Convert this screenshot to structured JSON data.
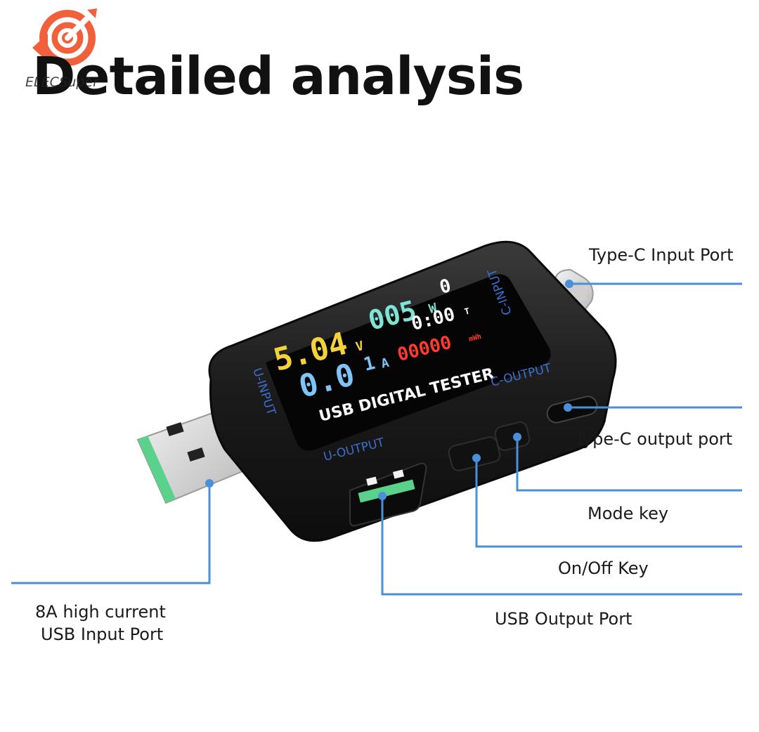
{
  "header": {
    "title": "Detailed analysis",
    "watermark": "ELECSuper"
  },
  "device": {
    "screen_lines": {
      "voltage": "5.04",
      "voltage_unit": "V",
      "power": "005",
      "power_unit": "W",
      "power_digit": "0",
      "current": "0.0",
      "current_digit": "1",
      "current_unit": "A",
      "time": "0:00",
      "time_unit": "T",
      "energy": "00000",
      "energy_unit": "mWh",
      "brand_line1": "USB DIGITAL TESTER"
    },
    "case_labels": {
      "u_input": "U-INPUT",
      "c_input": "C-INPUT",
      "c_output": "C-OUTPUT",
      "u_output": "U-OUTPUT"
    }
  },
  "callouts": [
    {
      "id": "type-c-input",
      "text": "Type-C Input Port"
    },
    {
      "id": "type-c-output",
      "text": "Type-C output port"
    },
    {
      "id": "mode-key",
      "text": "Mode key"
    },
    {
      "id": "on-off-key",
      "text": "On/Off Key"
    },
    {
      "id": "usb-output",
      "text": "USB Output Port"
    },
    {
      "id": "usb-input-line1",
      "text": "8A high current"
    },
    {
      "id": "usb-input-line2",
      "text": "USB Input Port"
    }
  ],
  "colors": {
    "leader_line": "#4a90d9",
    "case": "#1b1b1b",
    "screen": "#050505",
    "voltage": "#f3d23a",
    "power": "#7fe3d6",
    "current": "#7fc4f7",
    "energy": "#ff3b2f",
    "usb_plug": "#d8d8d8",
    "usb_insert": "#5bd28b"
  }
}
